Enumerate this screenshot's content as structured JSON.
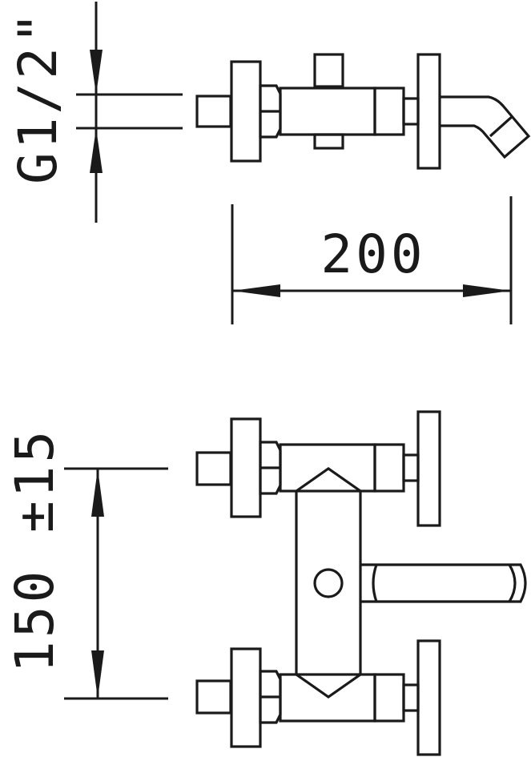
{
  "colors": {
    "ink": "#1a1a1a",
    "paper": "#ffffff"
  },
  "dimensions": {
    "thread": "G1/2\"",
    "width": "200",
    "centers": "150 ±15"
  }
}
